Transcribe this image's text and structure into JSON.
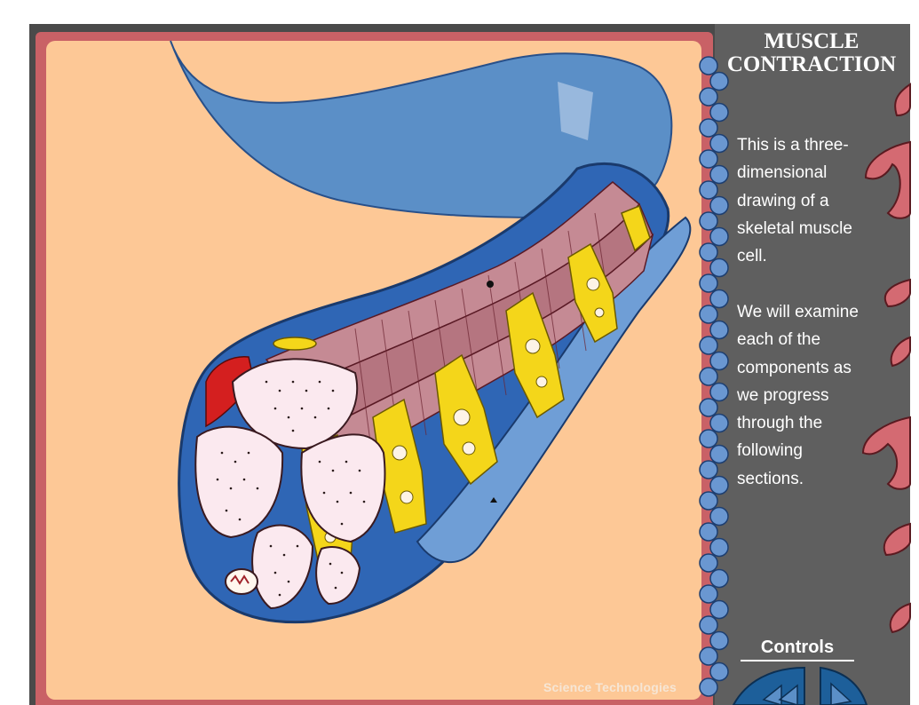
{
  "panel": {
    "title_line1": "MUSCLE",
    "title_line2": "CONTRACTION",
    "description_part1": "This is a three-dimensional drawing of a skeletal muscle cell.",
    "description_part2": "We will examine each of the components as we progress through the following sections."
  },
  "controls": {
    "label": "Controls",
    "back_icon": "rewind-icon",
    "play_icon": "play-icon"
  },
  "illustration": {
    "credit": "Science Technologies"
  },
  "colors": {
    "frame": "#4a4a4a",
    "panel": "#5f5f5f",
    "stage_border": "#c96166",
    "canvas": "#fdc896",
    "membrane_blue": "#5b8fc7",
    "button_blue": "#1d5f9a",
    "reticulum_yellow": "#f4d61a"
  }
}
